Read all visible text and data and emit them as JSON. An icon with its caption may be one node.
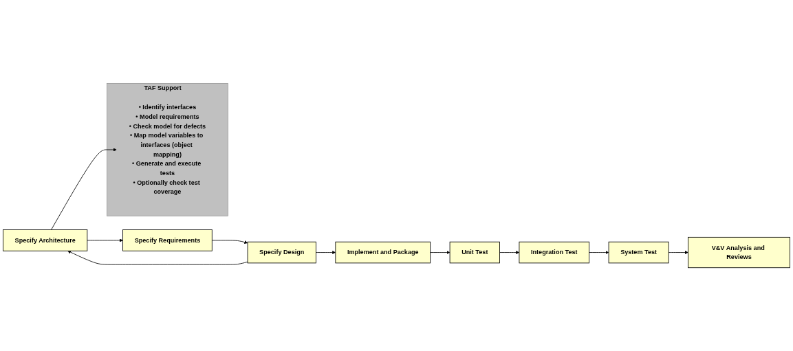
{
  "diagram": {
    "nodes": [
      {
        "text": [
          "Specify Architecture"
        ]
      },
      {
        "text": [
          "Specify Requirements"
        ]
      },
      {
        "text": [
          "Specify Design"
        ]
      },
      {
        "text": [
          "Implement and Package"
        ]
      },
      {
        "text": [
          "Unit Test"
        ]
      },
      {
        "text": [
          "Integration Test"
        ]
      },
      {
        "text": [
          "System Test"
        ]
      },
      {
        "text": [
          "V&V Analysis and Reviews"
        ]
      },
      {
        "text": [
          "TAF Support"
        ]
      },
      {
        "text": [
          "• Identify interfaces",
          "• Model requirements",
          "• Check model for defects",
          "• Map model variables to interfaces (object mapping)",
          "• Generate and execute tests",
          "• Optionally check test coverage"
        ],
        "in": 8
      }
    ],
    "edges": [
      {
        "from": 0,
        "to": 1,
        "arrow": "to"
      },
      {
        "from": 1,
        "to": 2,
        "arrow": "to"
      },
      {
        "from": 2,
        "to": 3,
        "arrow": "to"
      },
      {
        "from": 3,
        "to": 4,
        "arrow": "to"
      },
      {
        "from": 4,
        "to": 5,
        "arrow": "to"
      },
      {
        "from": 5,
        "to": 6,
        "arrow": "to"
      },
      {
        "from": 6,
        "to": 7,
        "arrow": "to"
      },
      {
        "from": 2,
        "to": 0,
        "arrow": "to"
      },
      {
        "from": 0,
        "to": 9,
        "arrow": "to"
      }
    ]
  }
}
